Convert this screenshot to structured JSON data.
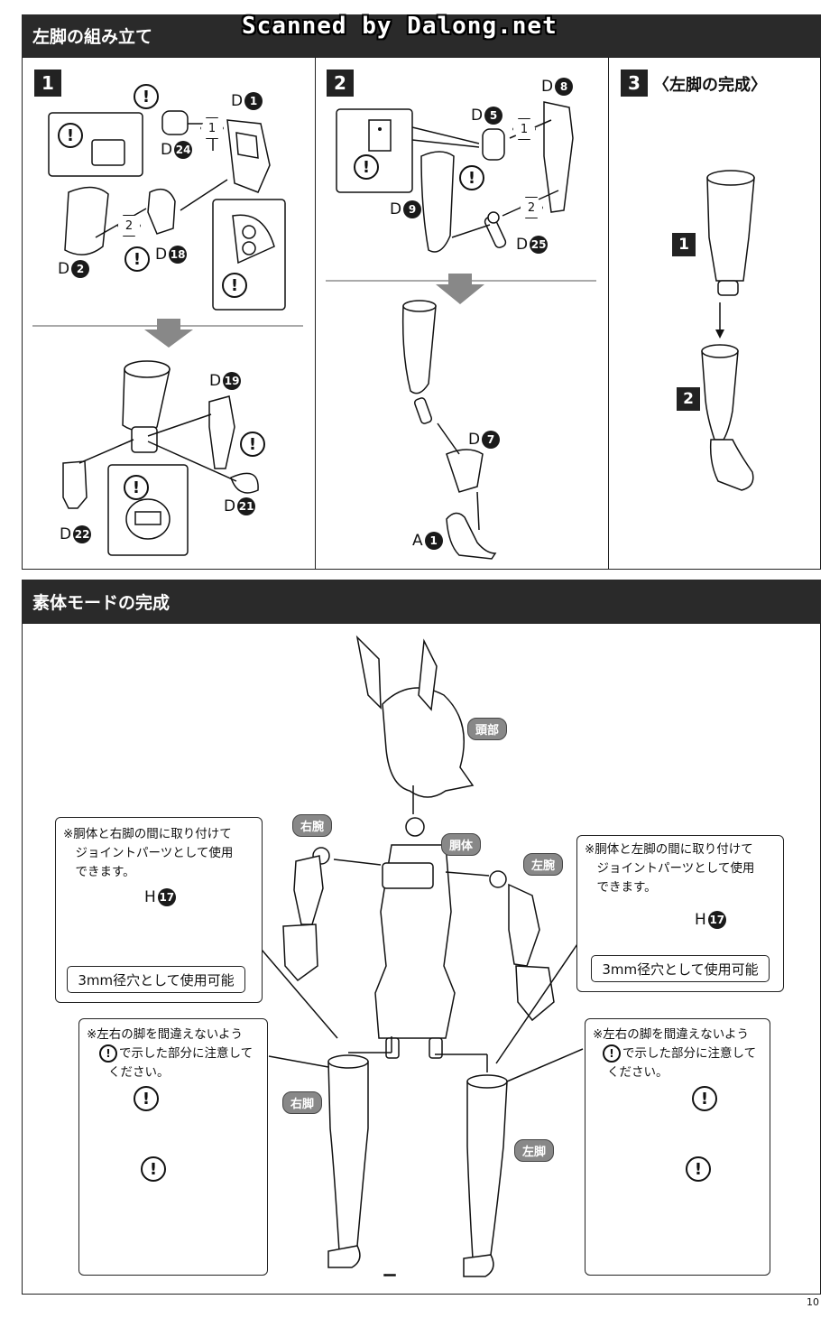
{
  "watermark": "Scanned by Dalong.net",
  "section1": {
    "title": "左脚の組み立て",
    "steps": [
      {
        "number": "1",
        "parts": [
          {
            "letter": "D",
            "num": "1"
          },
          {
            "letter": "D",
            "num": "24"
          },
          {
            "letter": "D",
            "num": "2"
          },
          {
            "letter": "D",
            "num": "18"
          },
          {
            "letter": "D",
            "num": "19"
          },
          {
            "letter": "D",
            "num": "21"
          },
          {
            "letter": "D",
            "num": "22"
          }
        ],
        "order": [
          "1",
          "2"
        ]
      },
      {
        "number": "2",
        "parts": [
          {
            "letter": "D",
            "num": "8"
          },
          {
            "letter": "D",
            "num": "5"
          },
          {
            "letter": "D",
            "num": "9"
          },
          {
            "letter": "D",
            "num": "25"
          },
          {
            "letter": "D",
            "num": "7"
          },
          {
            "letter": "A",
            "num": "1"
          }
        ],
        "order": [
          "1",
          "2"
        ]
      },
      {
        "number": "3",
        "title": "〈左脚の完成〉",
        "subparts": [
          "1",
          "2"
        ]
      }
    ]
  },
  "section2": {
    "title": "素体モードの完成",
    "labels": {
      "head": "頭部",
      "torso": "胴体",
      "right_arm": "右腕",
      "left_arm": "左腕",
      "right_leg": "右脚",
      "left_leg": "左脚"
    },
    "note_right_joint": "※胴体と右脚の間に取り付けて\n　ジョイントパーツとして使用\n　できます。",
    "note_left_joint": "※胴体と左脚の間に取り付けて\n　ジョイントパーツとして使用\n　できます。",
    "note_legs_1": "※左右の脚を間違えないよう",
    "note_legs_2": "で示した部分に注意して",
    "note_legs_3": "ください。",
    "joint_part": {
      "letter": "H",
      "num": "17"
    },
    "hole_usage": "3mm径穴として使用可能"
  },
  "warning_symbol": "!",
  "page_number": "10"
}
